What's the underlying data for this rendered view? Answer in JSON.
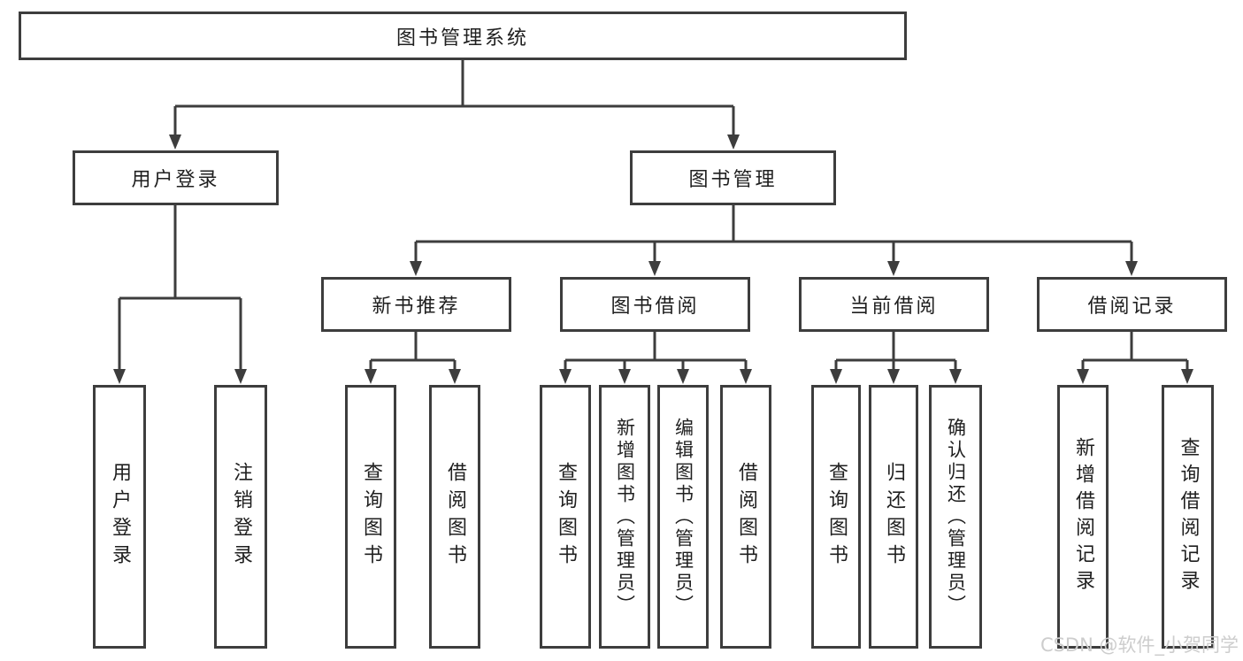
{
  "colors": {
    "line": "#3d3d3d",
    "text": "#1f1f1f",
    "watermark": "#cdcdcd",
    "background": "#ffffff"
  },
  "tree": {
    "label": "图书管理系统",
    "children": [
      {
        "label": "用户登录",
        "children": [
          {
            "label": "用户登录"
          },
          {
            "label": "注销登录"
          }
        ]
      },
      {
        "label": "图书管理",
        "children": [
          {
            "label": "新书推荐",
            "children": [
              {
                "label": "查询图书"
              },
              {
                "label": "借阅图书"
              }
            ]
          },
          {
            "label": "图书借阅",
            "children": [
              {
                "label": "查询图书"
              },
              {
                "label": "新增图书（管理员）"
              },
              {
                "label": "编辑图书（管理员）"
              },
              {
                "label": "借阅图书"
              }
            ]
          },
          {
            "label": "当前借阅",
            "children": [
              {
                "label": "查询图书"
              },
              {
                "label": "归还图书"
              },
              {
                "label": "确认归还（管理员）"
              }
            ]
          },
          {
            "label": "借阅记录",
            "children": [
              {
                "label": "新增借阅记录"
              },
              {
                "label": "查询借阅记录"
              }
            ]
          }
        ]
      }
    ]
  },
  "watermark": {
    "text": "CSDN @软件_小贺同学"
  }
}
